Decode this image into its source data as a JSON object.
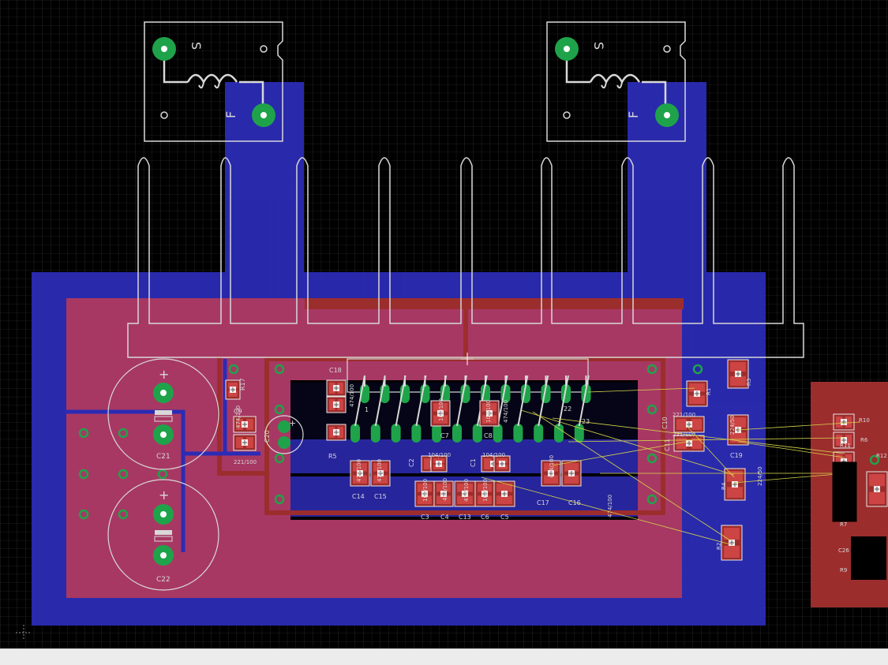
{
  "colors": {
    "background": "#000000",
    "grid": "#3a3a3a",
    "bottom_layer": "#2b2bb5",
    "top_layer": "#b23a5c",
    "top_layer_dark": "#9c2d2d",
    "pad": "#1fa34a",
    "pad_center": "#ffffff",
    "silk": "#d8d8d8",
    "airwire": "#d6d64a",
    "smd_outline": "#e8e8e8",
    "status_bar": "#ececec"
  },
  "labels": {
    "source_left": "S",
    "field_left": "F",
    "source_right": "S",
    "field_right": "F",
    "plus": "+"
  },
  "components": {
    "c21": "C21",
    "c22": "C22",
    "r17": "R17",
    "c9": "C9",
    "v474_left": "474/100",
    "v221_left": "221/100",
    "c18": "C18",
    "r5": "R5",
    "v474_c18": "474/100",
    "c20": "C20",
    "c14": "C14",
    "c15": "C15",
    "v474_c14": "474/100",
    "v474_c15": "474/100",
    "c2": "C2",
    "c1": "C1",
    "v104_a": "104/100",
    "v104_b": "104/100",
    "v104_c": "104/100",
    "c3": "C3",
    "c4": "C4",
    "c13": "C13",
    "c6": "C6",
    "c5": "C5",
    "c7": "C7",
    "c8": "C8",
    "v104_vert1": "104/100",
    "v474_vert2": "474/100",
    "v104_vert3": "104/100",
    "v474_vert4": "474/100",
    "v104_vert5": "104/100",
    "v474_vert6": "474/100",
    "c17": "C17",
    "c16": "C16",
    "v474_c17": "474/100",
    "v474_bottom": "474/100",
    "c10": "C10",
    "c11": "C11",
    "v221_right": "221/100",
    "v221_right2": "221/100",
    "r1": "R1",
    "r2": "R2",
    "r3": "R3",
    "r4": "R4",
    "c19": "C19",
    "v224_a": "224/50",
    "v224_b": "224/50",
    "pin1": "1",
    "pin22": "22",
    "pin23": "23",
    "r10": "R10",
    "r6": "R6",
    "r11": "R11",
    "r7": "R7",
    "r9": "R9",
    "c26": "C26",
    "r12": "R12"
  }
}
